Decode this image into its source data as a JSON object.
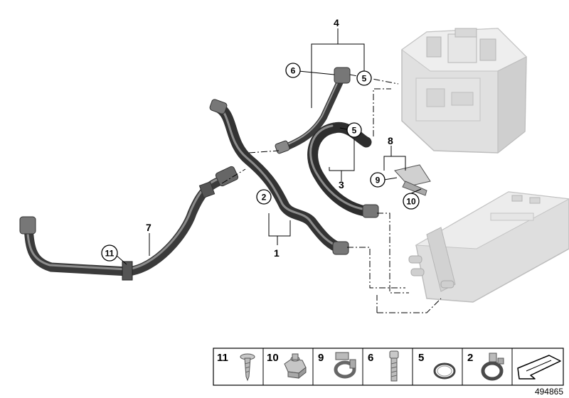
{
  "callouts": {
    "c1": "1",
    "c2": "2",
    "c3": "3",
    "c4": "4",
    "c5a": "5",
    "c5b": "5",
    "c6": "6",
    "c7": "7",
    "c8": "8",
    "c9": "9",
    "c10": "10",
    "c11": "11"
  },
  "legend": [
    {
      "number": "11",
      "icon": "screw-icon"
    },
    {
      "number": "10",
      "icon": "nut-icon"
    },
    {
      "number": "9",
      "icon": "clamp-icon"
    },
    {
      "number": "6",
      "icon": "bolt-icon"
    },
    {
      "number": "5",
      "icon": "o-ring-icon"
    },
    {
      "number": "2",
      "icon": "hose-clamp-icon"
    },
    {
      "number": "",
      "icon": "arrow-icon"
    }
  ],
  "doc_number": "494865",
  "colors": {
    "hose": "#3d3d3d",
    "hose_highlight": "#8a8a8a",
    "component": "#dcdcdc",
    "line": "#000000"
  }
}
